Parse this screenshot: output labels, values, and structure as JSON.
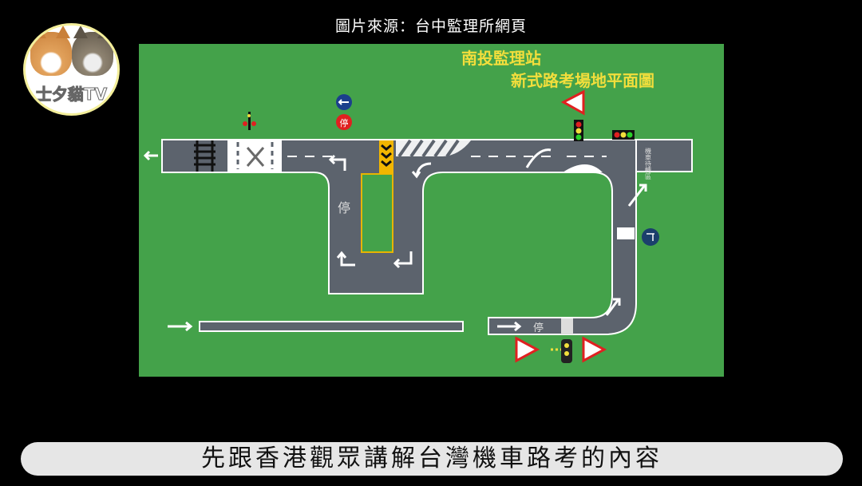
{
  "source_caption": "圖片來源：台中監理所網頁",
  "logo": {
    "text": "士夕貓TV"
  },
  "map": {
    "title_line1": "南投監理站",
    "title_line2": "新式路考場地平面圖",
    "stop_marking": "停",
    "stop_sign_text": "停",
    "box_text": "機車待轉區",
    "colors": {
      "grass": "#44a24a",
      "road": "#5c636d",
      "title": "#f2de3c",
      "island_border": "#e8b400"
    }
  },
  "subtitle": "先跟香港觀眾講解台灣機車路考的內容"
}
